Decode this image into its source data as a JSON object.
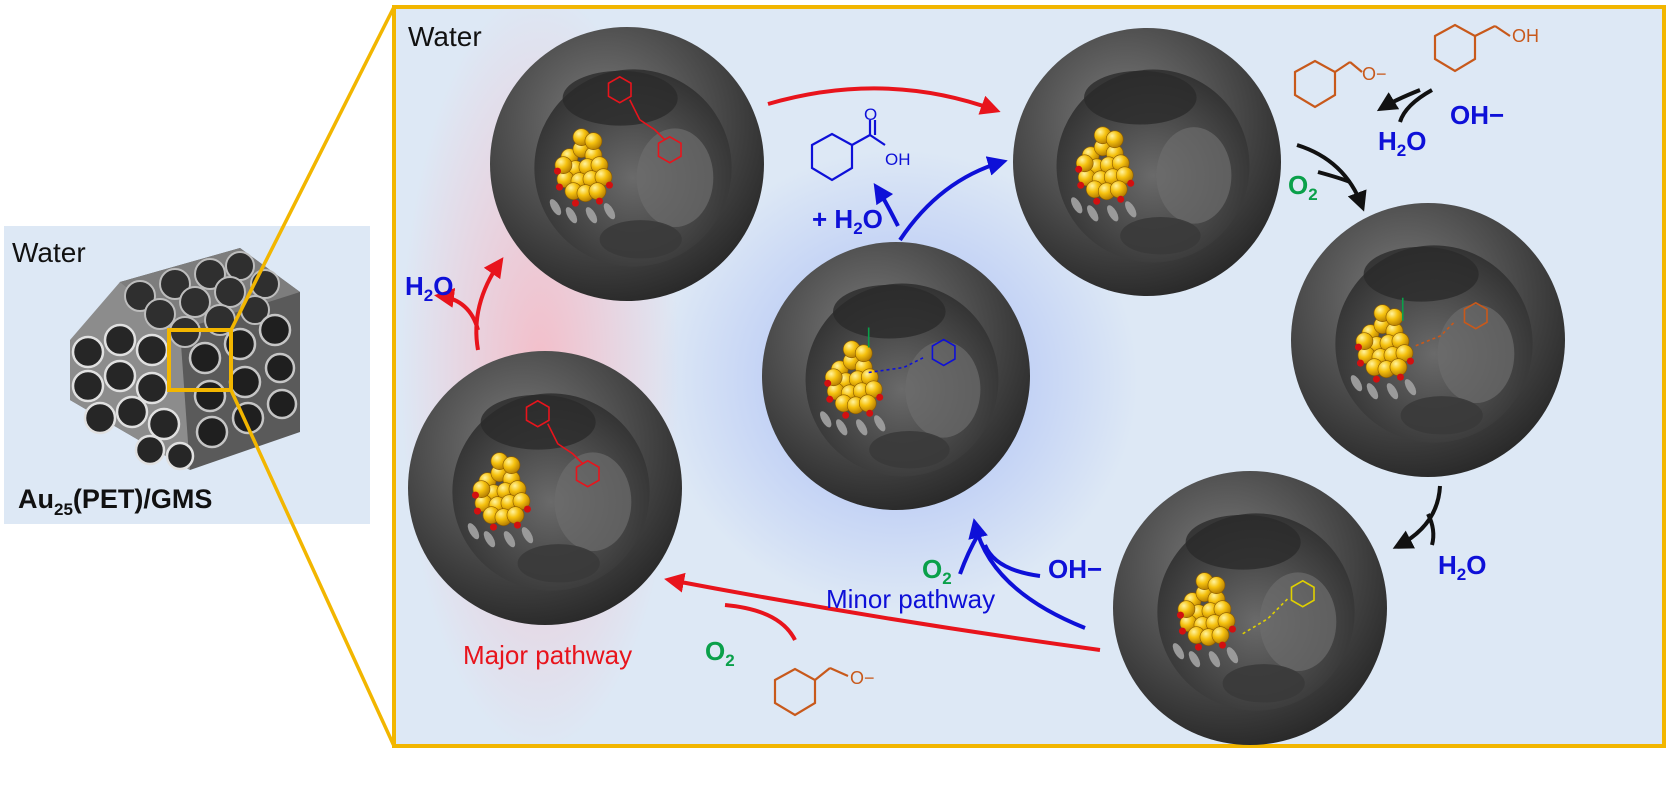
{
  "left_panel": {
    "water_label": "Water",
    "material_main": "Au",
    "material_sub": "25",
    "material_rest": "(PET)/GMS"
  },
  "main_panel": {
    "water_label": "Water"
  },
  "labels": {
    "h2o": "H",
    "two": "2",
    "o": "O",
    "oh_minus": "OH−",
    "plus_h2o_plus": "+ H",
    "o2_o": "O",
    "major_pathway": "Major pathway",
    "minor_pathway": "Minor pathway",
    "chem_oh": "OH",
    "chem_o": "O",
    "chem_o_minus": "O−",
    "chem_h": "H"
  },
  "colors": {
    "frame": "#f2b600",
    "panel_bg": "#dde8f5",
    "red": "#e8141c",
    "blue": "#0e10d8",
    "green": "#0aa04a",
    "orange": "#c8591b",
    "black": "#111111",
    "gold": "#f5bf0e",
    "sphere": "#4a4a4a"
  }
}
